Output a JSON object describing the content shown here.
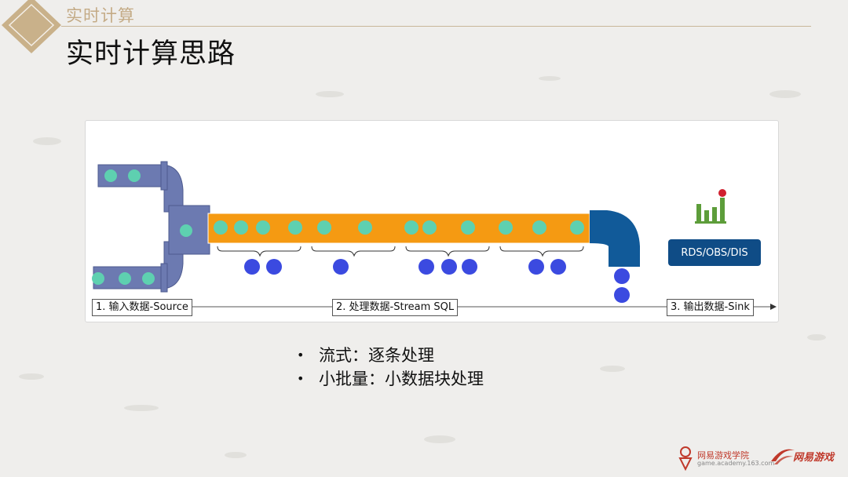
{
  "header": {
    "subtitle": "实时计算",
    "title": "实时计算思路"
  },
  "diagram": {
    "stages": [
      "1. 输入数据-Source",
      "2. 处理数据-Stream SQL",
      "3. 输出数据-Sink"
    ],
    "sink_label": "RDS/OBS/DIS",
    "colors": {
      "pipe": "#6c7ab1",
      "stream": "#f59a12",
      "record": "#5ed0b0",
      "batch": "#3b4ae0",
      "sink_pipe": "#115a99",
      "sink_box": "#0f4c86"
    }
  },
  "bullets": [
    {
      "mark": "•",
      "text": "流式：逐条处理"
    },
    {
      "mark": "•",
      "text": "小批量：小数据块处理"
    }
  ],
  "footer": {
    "academy_name": "网易游戏学院",
    "academy_url": "game.academy.163.com",
    "brand": "网易游戏"
  }
}
